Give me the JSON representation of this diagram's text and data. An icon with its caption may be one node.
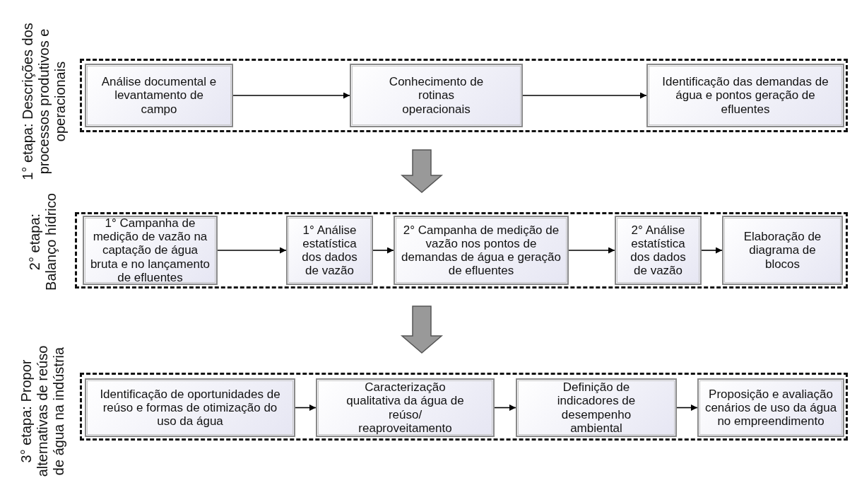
{
  "diagram": {
    "nodes": [
      {
        "text": [
          "1° etapa: Descrições dos processos produtivos e operacionais"
        ]
      },
      {
        "text": [
          "Análise documental e levantamento de campo"
        ],
        "in": 0
      },
      {
        "text": [
          "Conhecimento de rotinas operacionais"
        ],
        "in": 0
      },
      {
        "text": [
          "Identificação das demandas de água e pontos geração de efluentes"
        ],
        "in": 0
      },
      {
        "text": [
          "2° etapa: Balanço hídrico"
        ]
      },
      {
        "text": [
          "1° Campanha de medição de vazão na captação de água bruta e no lançamento de efluentes"
        ],
        "in": 4
      },
      {
        "text": [
          "1° Análise estatística dos dados de vazão"
        ],
        "in": 4
      },
      {
        "text": [
          "2° Campanha de medição de vazão nos pontos de demandas de água e geração de efluentes"
        ],
        "in": 4
      },
      {
        "text": [
          "2° Análise estatística dos dados de vazão"
        ],
        "in": 4
      },
      {
        "text": [
          "Elaboração de diagrama de blocos"
        ],
        "in": 4
      },
      {
        "text": [
          "3° etapa: Propor alternativas de reúso de água na indústria"
        ]
      },
      {
        "text": [
          "Identificação de oportunidades de reúso e formas de otimização do uso da água"
        ],
        "in": 10
      },
      {
        "text": [
          "Caracterização qualitativa da água de reúso/ reaproveitamento"
        ],
        "in": 10
      },
      {
        "text": [
          "Definição de indicadores de desempenho ambiental"
        ],
        "in": 10
      },
      {
        "text": [
          "Proposição e avaliação cenários de uso da água no empreendimento"
        ],
        "in": 10
      }
    ],
    "edges": [
      {
        "from": 1,
        "to": 2,
        "arrow": "to"
      },
      {
        "from": 2,
        "to": 3,
        "arrow": "to"
      },
      {
        "from": 0,
        "to": 4,
        "arrow": "to",
        "style": "thick",
        "color": "#999999"
      },
      {
        "from": 5,
        "to": 6,
        "arrow": "to"
      },
      {
        "from": 6,
        "to": 7,
        "arrow": "to"
      },
      {
        "from": 7,
        "to": 8,
        "arrow": "to"
      },
      {
        "from": 8,
        "to": 9,
        "arrow": "to"
      },
      {
        "from": 4,
        "to": 10,
        "arrow": "to",
        "style": "thick",
        "color": "#999999"
      },
      {
        "from": 11,
        "to": 12,
        "arrow": "to"
      },
      {
        "from": 12,
        "to": 13,
        "arrow": "to"
      },
      {
        "from": 13,
        "to": 14,
        "arrow": "to"
      }
    ]
  }
}
